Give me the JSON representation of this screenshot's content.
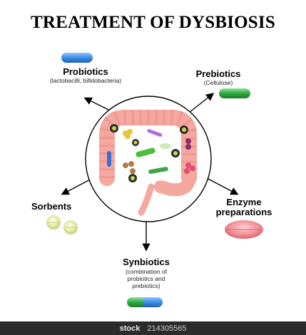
{
  "title": "TREATMENT OF DYSBIOSIS",
  "labels": {
    "probiotics": "Probiotics",
    "probiotics_sub": "(lactobacilli, bifidobacteria)",
    "prebiotics": "Prebiotics",
    "prebiotics_sub": "(Cellulose)",
    "sorbents": "Sorbents",
    "enzyme_line1": "Enzyme",
    "enzyme_line2": "preparations",
    "synbiotics": "Synbiotics",
    "synbiotics_sub1": "(combination of",
    "synbiotics_sub2": "probiotics and",
    "synbiotics_sub3": "prebiotics)"
  },
  "footer": {
    "brand": "stock",
    "id": "214305565"
  },
  "colors": {
    "probiotic_capsule": "#3b8ee8",
    "prebiotic_capsule": "#2eaa3e",
    "enzyme_pill": "#f1939a",
    "sorbent_pill": "#e4eba6",
    "synbiotic_green": "#3fb94a",
    "synbiotic_blue": "#2f7fd6",
    "intestine": "#f4a8a0"
  },
  "icons": [
    "probiotic-capsule-icon",
    "prebiotic-capsule-icon",
    "sorbent-pill-icon",
    "enzyme-pill-icon",
    "synbiotic-capsule-icon",
    "intestine-icon",
    "bacteria-icon"
  ]
}
